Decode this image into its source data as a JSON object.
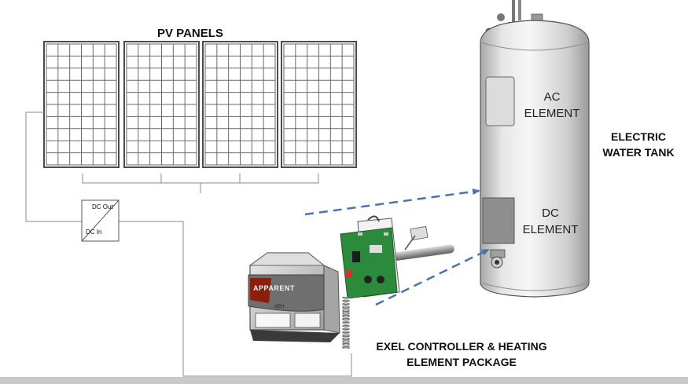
{
  "labels": {
    "pv_panels": "PV PANELS",
    "ac_element_line1": "AC",
    "ac_element_line2": "ELEMENT",
    "dc_element_line1": "DC",
    "dc_element_line2": "ELEMENT",
    "water_tank_line1": "ELECTRIC",
    "water_tank_line2": "WATER TANK",
    "controller_line1": "EXEL CONTROLLER & HEATING",
    "controller_line2": "ELEMENT PACKAGE",
    "converter_out": "DC Out",
    "converter_in": "DC In",
    "controller_brand": "APPARENT",
    "controller_model": "AEH"
  },
  "colors": {
    "arrow": "#4a72b3",
    "panel_frame": "#4d4d4d",
    "tank_body": "#d9d9d9",
    "dc_element_plate": "#8e8e8e",
    "circuit_board": "#2c8a3c",
    "controller_badge": "#8a1f0e"
  },
  "icons": [
    "pv-panel-icon",
    "dc-converter-icon",
    "water-tank-icon",
    "controller-box-icon",
    "heating-element-icon",
    "circuit-board-icon"
  ]
}
